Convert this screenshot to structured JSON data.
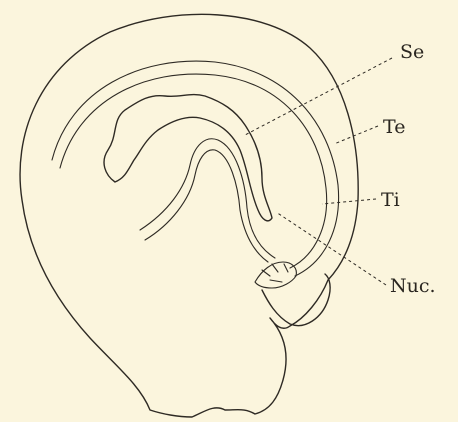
{
  "figure": {
    "labels": {
      "se": "Se",
      "te": "Te",
      "ti": "Ti",
      "nuc": "Nuc."
    },
    "colors": {
      "paper": "#fbf5dd",
      "ink": "#2e2a24"
    }
  }
}
